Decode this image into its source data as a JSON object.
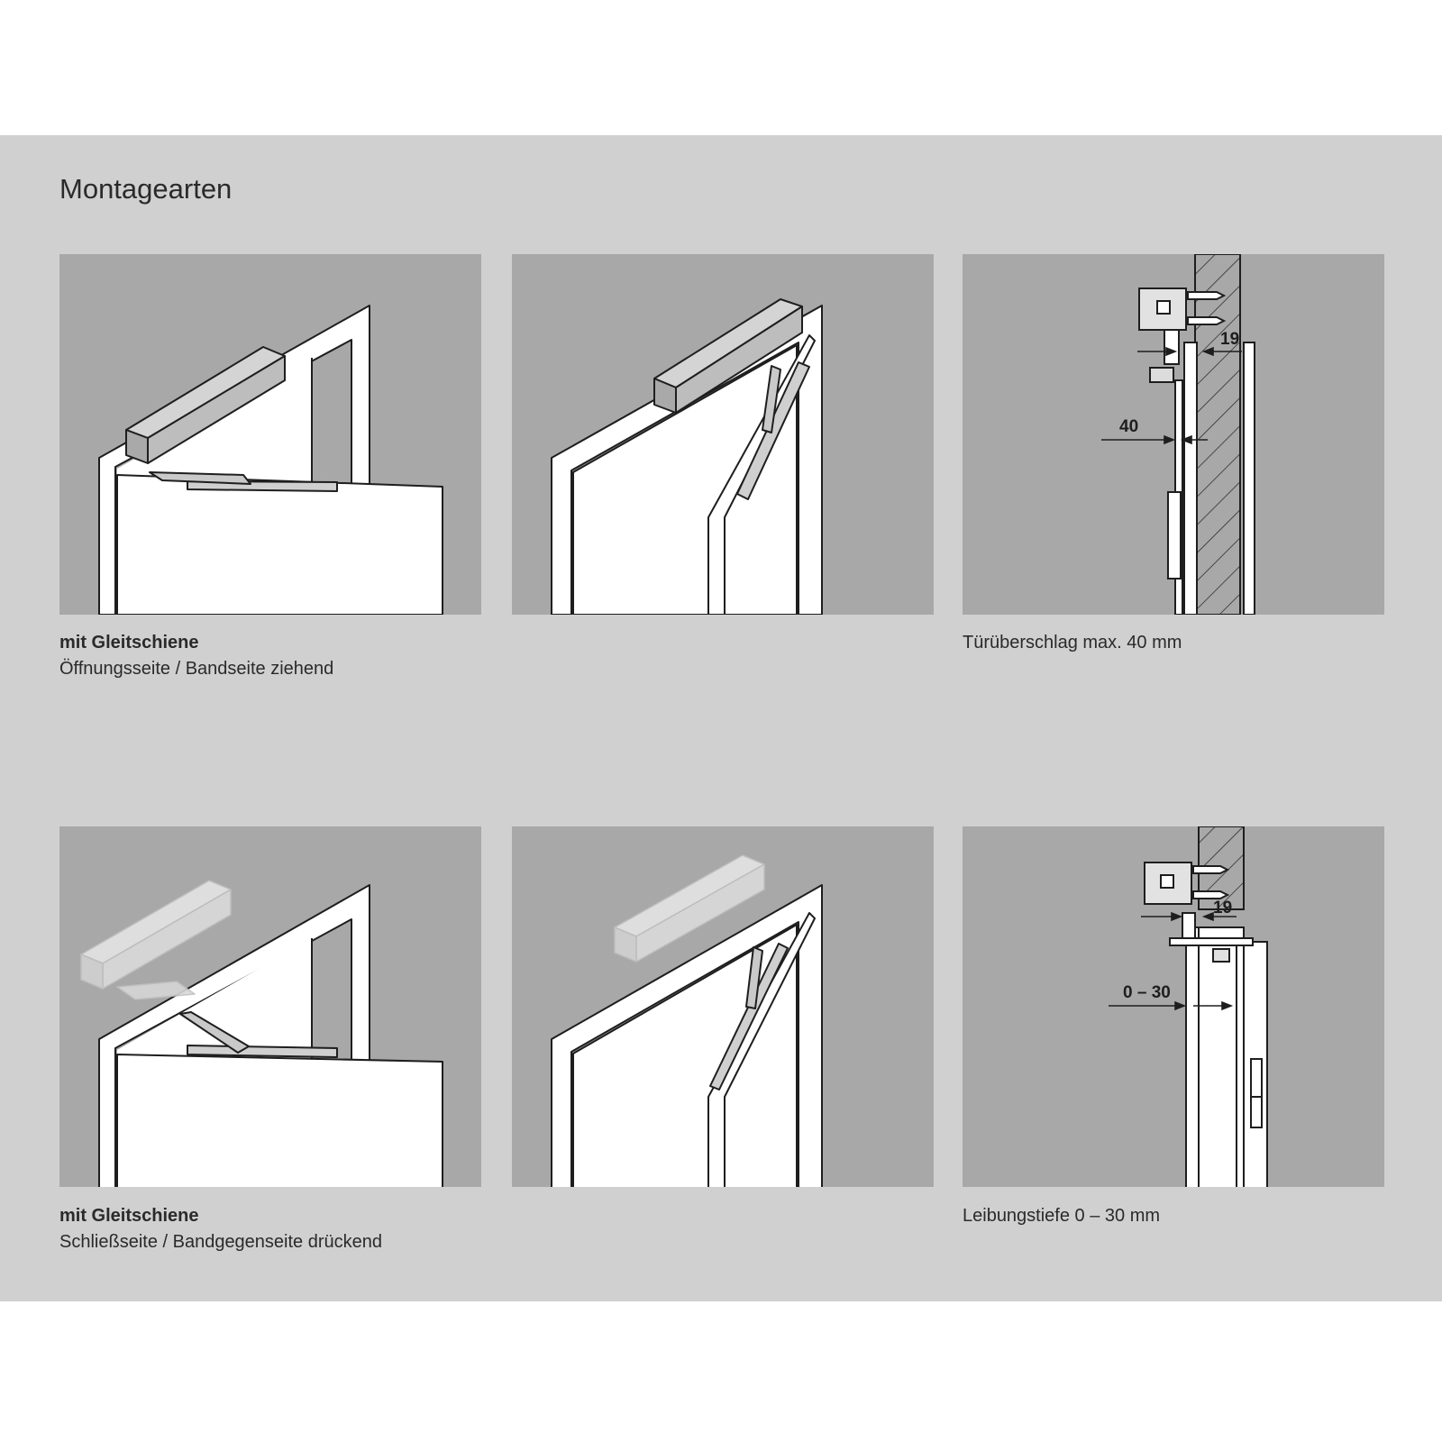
{
  "page": {
    "title": "Montagearten"
  },
  "row1": {
    "caption_title": "mit Gleitschiene",
    "caption_sub": "Öffnungsseite / Bandseite ziehend",
    "detail_caption": "Türüberschlag max. 40 mm",
    "dim_a": "19",
    "dim_b": "40"
  },
  "row2": {
    "caption_title": "mit Gleitschiene",
    "caption_sub": "Schließseite / Bandgegenseite drückend",
    "detail_caption": "Leibungstiefe 0 – 30 mm",
    "dim_a": "19",
    "dim_b": "0 – 30"
  },
  "colors": {
    "band": "#d0d0d0",
    "panel": "#a8a8a8",
    "line": "#1e1e1e",
    "door": "#ffffff",
    "closer": "#bfbfbf",
    "ghost": "#dcdcdc"
  }
}
